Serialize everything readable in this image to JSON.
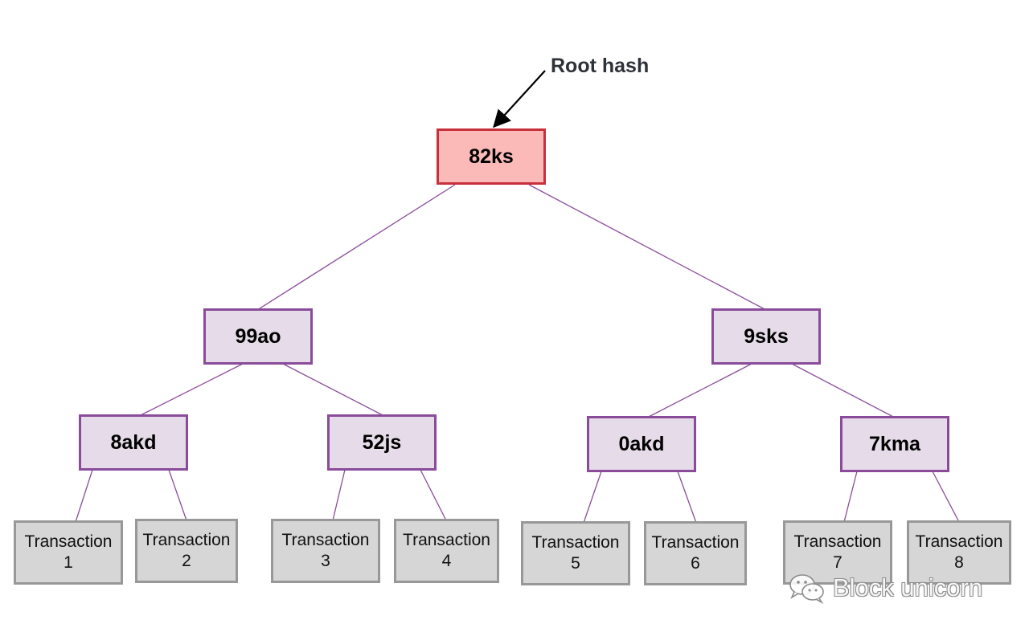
{
  "root_label": "Root hash",
  "root": {
    "hash": "82ks"
  },
  "level1": [
    {
      "hash": "99ao"
    },
    {
      "hash": "9sks"
    }
  ],
  "level2": [
    {
      "hash": "8akd"
    },
    {
      "hash": "52js"
    },
    {
      "hash": "0akd"
    },
    {
      "hash": "7kma"
    }
  ],
  "transactions": [
    {
      "word": "Transaction",
      "number": "1"
    },
    {
      "word": "Transaction",
      "number": "2"
    },
    {
      "word": "Transaction",
      "number": "3"
    },
    {
      "word": "Transaction",
      "number": "4"
    },
    {
      "word": "Transaction",
      "number": "5"
    },
    {
      "word": "Transaction",
      "number": "6"
    },
    {
      "word": "Transaction",
      "number": "7"
    },
    {
      "word": "Transaction",
      "number": "8"
    }
  ],
  "watermark": {
    "text": "Block unicorn",
    "icon": "wechat-icon"
  },
  "colors": {
    "root_fill": "#fbbab7",
    "root_border": "#c8303b",
    "node_fill": "#e6dbe8",
    "node_border": "#8a4c9a",
    "tx_fill": "#d6d6d6",
    "tx_border": "#989898",
    "edge": "#8a4c9a"
  }
}
